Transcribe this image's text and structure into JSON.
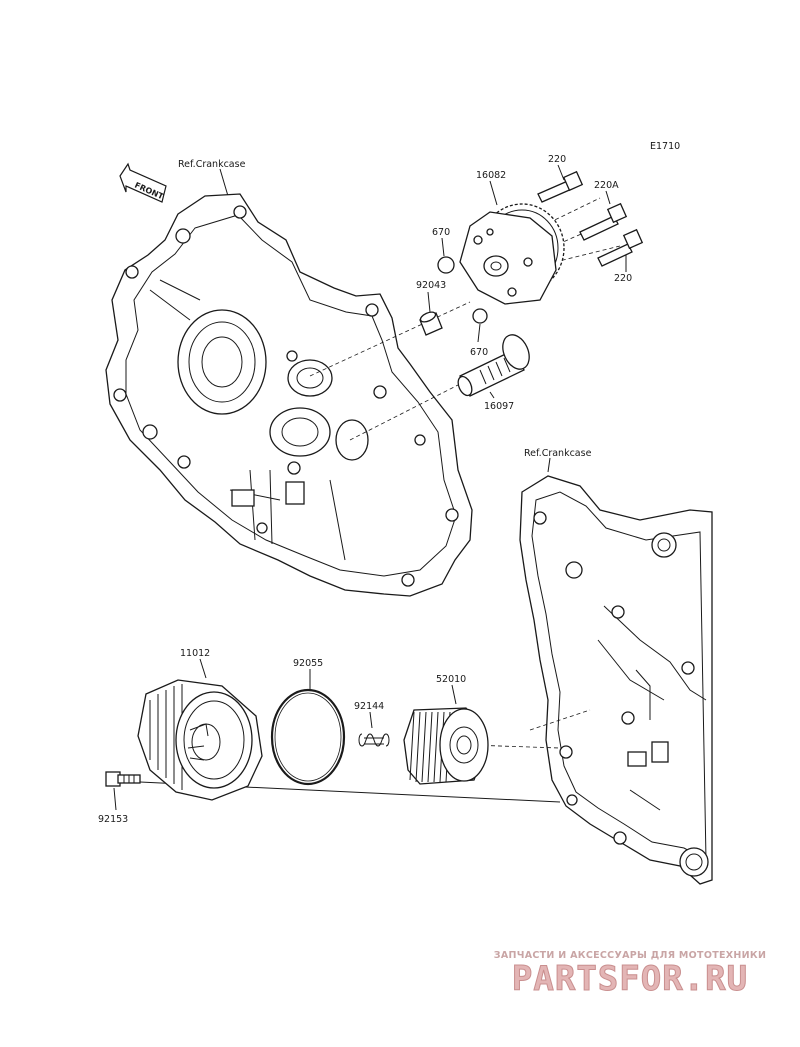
{
  "diagram_code": "E1710",
  "front_label": "FRONT",
  "refs": {
    "upper": "Ref.Crankcase",
    "lower": "Ref.Crankcase"
  },
  "parts": {
    "p16082": "16082",
    "p220_top": "220",
    "p220A": "220A",
    "p220_bot": "220",
    "p670_top": "670",
    "p92043": "92043",
    "p670_bot": "670",
    "p16097": "16097",
    "p11012": "11012",
    "p92055": "92055",
    "p92144": "92144",
    "p52010": "52010",
    "p92153": "92153"
  },
  "watermark": {
    "subtitle": "ЗАПЧАСТИ И АКСЕССУАРЫ ДЛЯ МОТОТЕХНИКИ",
    "brand": "PARTSFOR.RU"
  }
}
